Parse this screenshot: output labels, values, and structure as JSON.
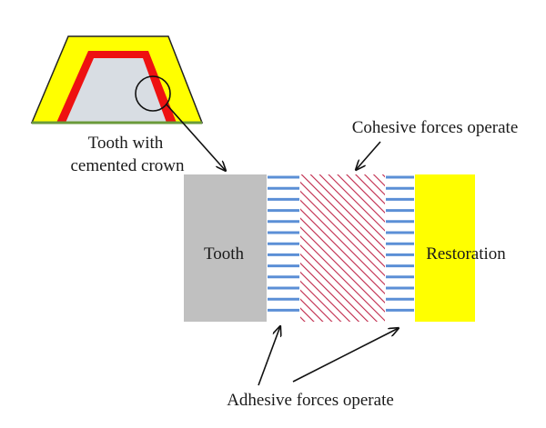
{
  "labels": {
    "tooth_with_line1": "Tooth with",
    "tooth_with_line2": "cemented crown",
    "cohesive": "Cohesive forces operate",
    "adhesive": "Adhesive forces operate",
    "tooth": "Tooth",
    "restoration": "Restoration"
  },
  "colors": {
    "crown_outer": "#ffff00",
    "cement": "#ee1111",
    "tooth_core": "#d8dde3",
    "gum_line": "#6a9a3a",
    "tooth_block": "#c0c0c0",
    "adhesive_lines": "#5b8fd6",
    "cohesive_hatch": "#c0284a",
    "restoration_block": "#ffff00",
    "text": "#1a1a1a",
    "arrow": "#111111"
  }
}
